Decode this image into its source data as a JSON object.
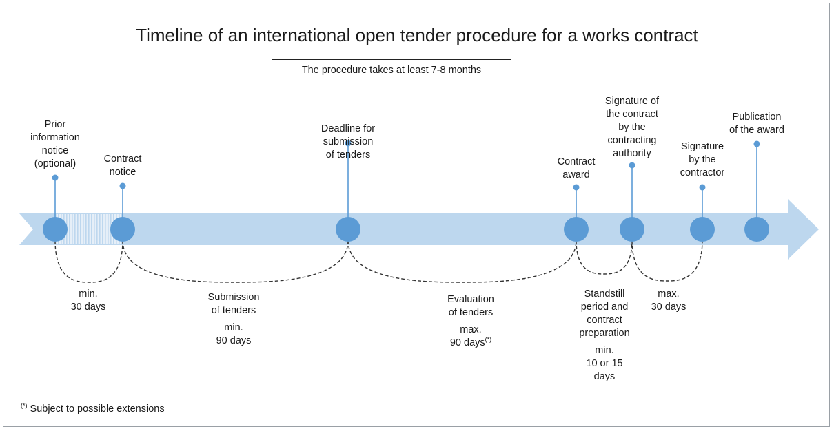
{
  "title": "Timeline of an international open tender procedure for a works contract",
  "subtitle": "The procedure takes at least 7-8 months",
  "milestones": [
    {
      "id": "prior",
      "label": [
        "Prior",
        "information",
        "notice",
        "(optional)"
      ]
    },
    {
      "id": "contract-notice",
      "label": [
        "Contract",
        "notice"
      ]
    },
    {
      "id": "deadline",
      "label": [
        "Deadline for",
        "submission",
        "of  tenders"
      ]
    },
    {
      "id": "award",
      "label": [
        "Contract",
        "award"
      ]
    },
    {
      "id": "sig-authority",
      "label": [
        "Signature of",
        "the contract",
        "by the",
        "contracting",
        "authority"
      ]
    },
    {
      "id": "sig-contractor",
      "label": [
        "Signature",
        "by the",
        "contractor"
      ]
    },
    {
      "id": "publication",
      "label": [
        "Publication",
        "of the award"
      ]
    }
  ],
  "periods": [
    {
      "id": "notice-period",
      "label": [
        "min.",
        "30 days"
      ]
    },
    {
      "id": "submission",
      "label": [
        "Submission",
        "of tenders",
        "",
        "min.",
        "90 days"
      ]
    },
    {
      "id": "evaluation",
      "label": [
        "Evaluation",
        "of tenders",
        "",
        "max.",
        "90 days"
      ],
      "footnote_mark": "(*)"
    },
    {
      "id": "standstill",
      "label": [
        "Standstill",
        "period and",
        "contract",
        "preparation",
        "",
        "min.",
        "10 or 15",
        "days"
      ]
    },
    {
      "id": "signature-period",
      "label": [
        "max.",
        "30 days"
      ]
    }
  ],
  "footnote": {
    "mark": "(*)",
    "text": "Subject to possible extensions"
  },
  "colors": {
    "arrow": "#bdd7ee",
    "node": "#5b9bd5",
    "stem": "#5b9bd5",
    "curve": "#333333"
  }
}
